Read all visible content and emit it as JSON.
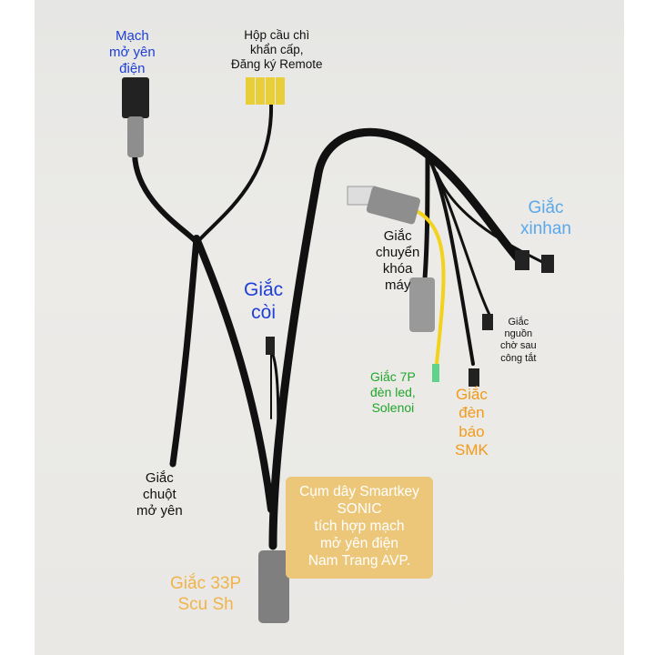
{
  "labels": {
    "mach_mo_yen": [
      "Mạch",
      "mở yên",
      "điện"
    ],
    "hop_cau_chi": [
      "Hộp cầu chì",
      "khẩn cấp,",
      "Đăng ký Remote"
    ],
    "giac_xinhan": [
      "Giắc",
      "xinhan"
    ],
    "giac_coi": [
      "Giắc",
      "còi"
    ],
    "giac_chuyen_khoa": [
      "Giắc",
      "chuyển",
      "khóa",
      "máy"
    ],
    "giac_nguon": [
      "Giắc",
      "nguồn",
      "chờ sau",
      "công tắt"
    ],
    "giac_7p": [
      "Giắc 7P",
      "đèn led,",
      "Solenoi"
    ],
    "giac_den_bao": [
      "Giắc",
      "đèn",
      "báo",
      "SMK"
    ],
    "giac_chuot": [
      "Giắc",
      "chuột",
      "mở yên"
    ],
    "giac_33p": [
      "Giắc 33P",
      "Scu Sh"
    ]
  },
  "note": [
    "Cụm dây Smartkey",
    "SONIC",
    "tích hợp mạch",
    "mở yên điện",
    "Nam Trang AVP."
  ]
}
